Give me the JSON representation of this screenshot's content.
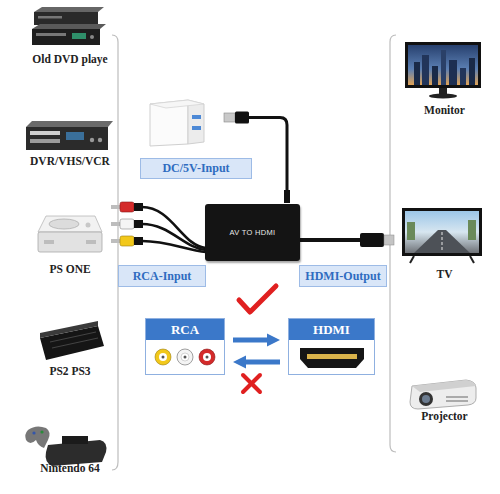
{
  "diagram": {
    "nodes": [
      {
        "text": [
          "DC/5V-Input"
        ]
      },
      {
        "text": [
          "AV TO HDMI"
        ]
      },
      {
        "text": [
          "RCA-Input"
        ]
      },
      {
        "text": [
          "HDMI-Output"
        ]
      },
      {
        "text": [
          "RCA"
        ]
      },
      {
        "text": [
          "HDMI"
        ]
      }
    ],
    "edges": [
      {
        "from": 4,
        "to": 5,
        "arrow": "to"
      },
      {
        "from": 5,
        "to": 4,
        "arrow": "to"
      }
    ],
    "labels": [
      "Old DVD playe",
      "DVR/VHS/VCR",
      "PS ONE",
      "PS2 PS3",
      "Nintendo 64",
      "Monitor",
      "TV",
      "Projector"
    ]
  }
}
